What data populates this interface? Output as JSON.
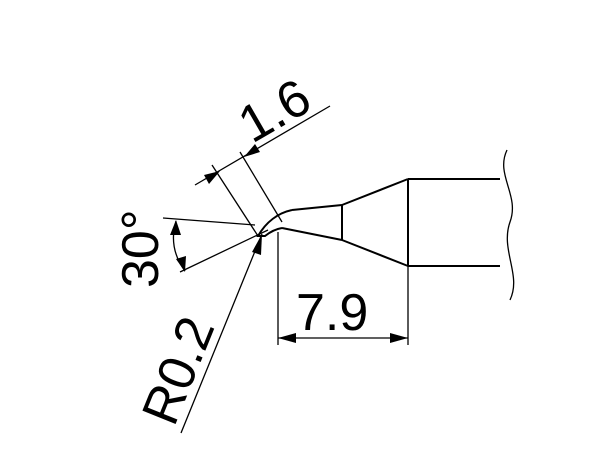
{
  "drawing": {
    "dim_tip_width": "1.6",
    "dim_angle": "30°",
    "dim_radius": "R0.2",
    "dim_length": "7.9"
  }
}
